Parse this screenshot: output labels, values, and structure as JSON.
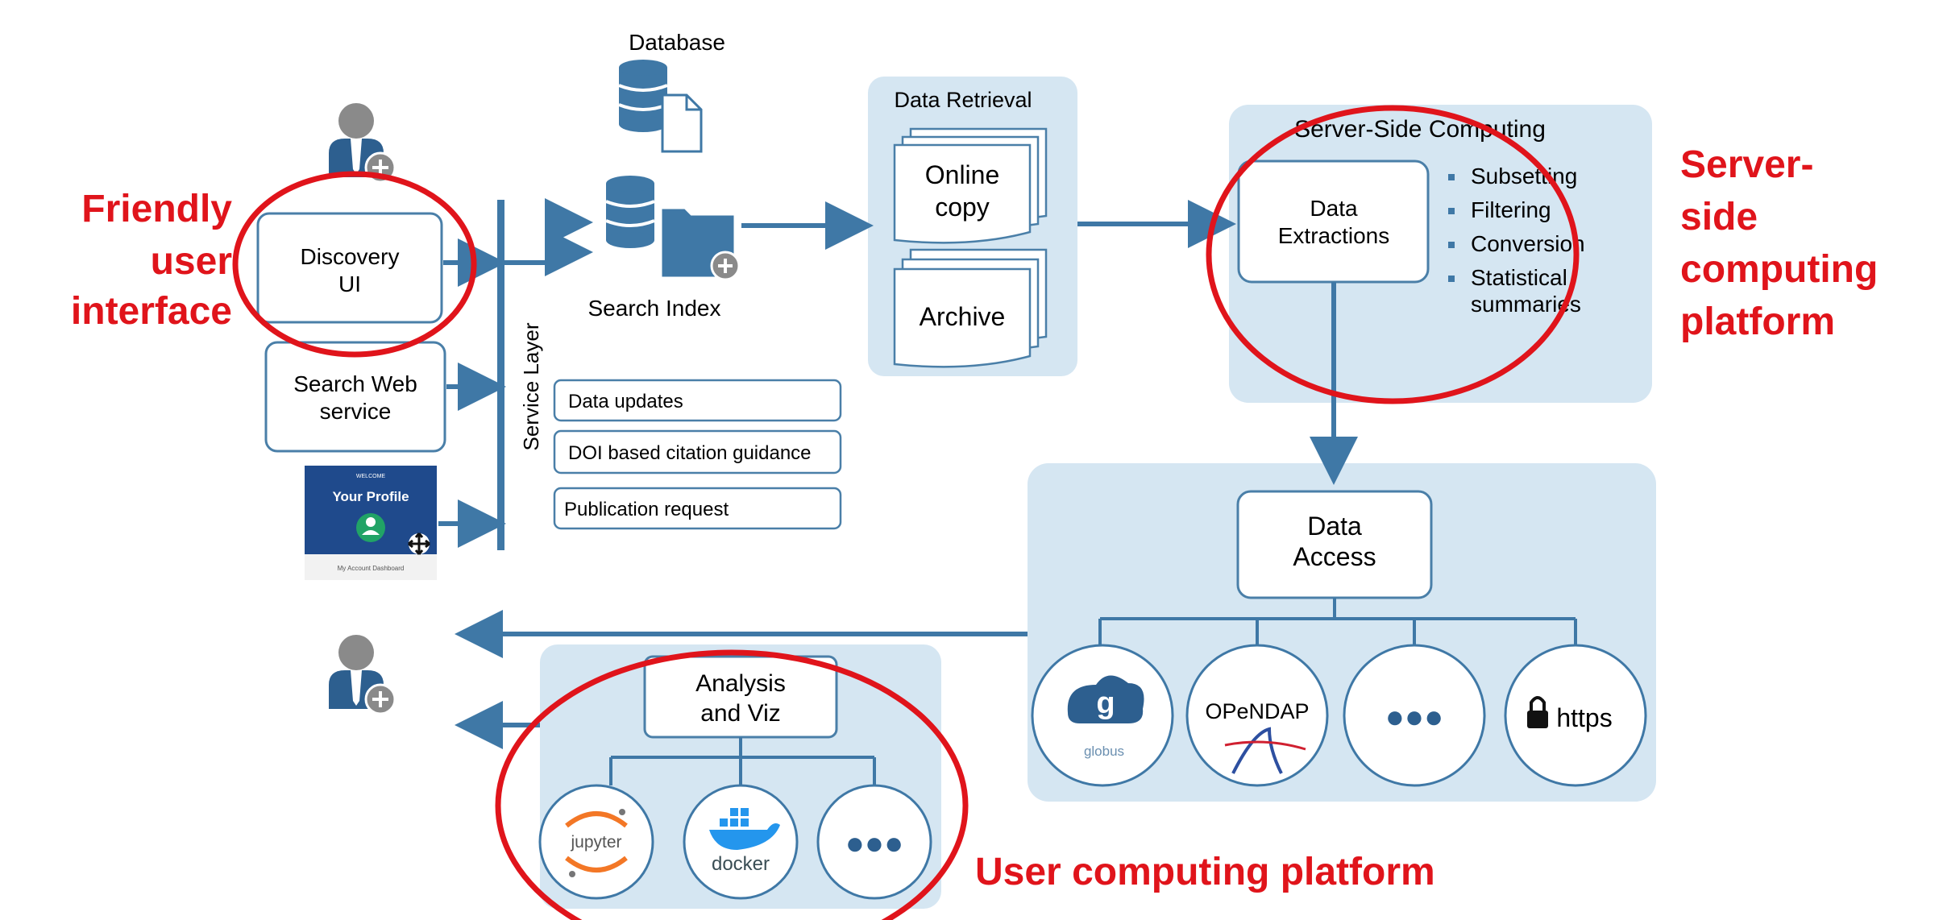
{
  "colors": {
    "accent_blue": "#3f78a6",
    "panel_fill": "#d5e6f2",
    "box_stroke": "#4a7fa8",
    "highlight_red": "#e0141b",
    "icon_gray": "#8a8a8a",
    "icon_navy": "#2d5f8f"
  },
  "labels": {
    "database": "Database",
    "search_index": "Search Index",
    "service_layer": "Service Layer",
    "data_retrieval": "Data Retrieval",
    "server_side_computing": "Server-Side Computing"
  },
  "user_interfaces": {
    "discovery_ui": [
      "Discovery",
      "UI"
    ],
    "search_web_service": [
      "Search Web",
      "service"
    ],
    "profile_card": {
      "welcome": "WELCOME",
      "title": "Your Profile",
      "caption": "My Account Dashboard"
    }
  },
  "services": [
    "Data updates",
    "DOI based citation guidance",
    "Publication request"
  ],
  "data_retrieval": {
    "online_copy": [
      "Online",
      "copy"
    ],
    "archive": "Archive"
  },
  "server_side": {
    "extractions": [
      "Data",
      "Extractions"
    ],
    "operations": [
      "Subsetting",
      "Filtering",
      "Conversion",
      "Statistical",
      "summaries"
    ]
  },
  "data_access": {
    "title": [
      "Data",
      "Access"
    ],
    "methods": {
      "globus": "globus",
      "globus_letter": "g",
      "opendap": "OPeNDAP",
      "ellipsis": "●●●",
      "https": "https"
    }
  },
  "analysis": {
    "title": [
      "Analysis",
      "and Viz"
    ],
    "tools": {
      "jupyter": "jupyter",
      "docker": "docker",
      "ellipsis": "●●●"
    }
  },
  "annotations": {
    "friendly_ui": [
      "Friendly",
      "user",
      "interface"
    ],
    "server_side_platform": [
      "Server-",
      "side",
      "computing",
      "platform"
    ],
    "user_platform": "User computing platform"
  }
}
